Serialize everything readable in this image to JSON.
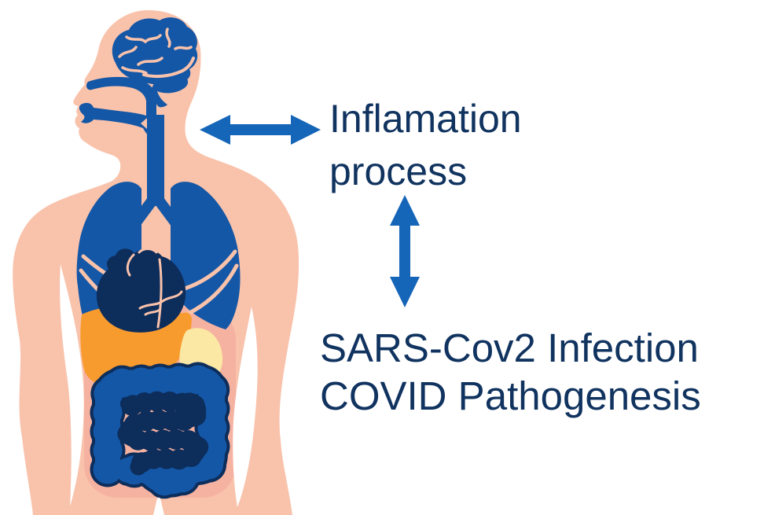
{
  "figure": {
    "type": "medical-diagram",
    "labels": {
      "inflammation": {
        "line1": "Inflamation",
        "line2": "process"
      },
      "infection": {
        "line1": "SARS-Cov2 Infection",
        "line2": "COVID Pathogenesis"
      }
    },
    "illustration": {
      "subject": "human-body-with-organs",
      "organs": [
        "brain",
        "airway",
        "lungs",
        "heart",
        "liver",
        "stomach",
        "large-intestine",
        "small-intestine"
      ]
    },
    "arrows": [
      {
        "name": "horizontal-double-arrow",
        "connects": [
          "body",
          "inflammation-label"
        ]
      },
      {
        "name": "vertical-double-arrow",
        "connects": [
          "inflammation-label",
          "infection-label"
        ]
      }
    ]
  },
  "colors": {
    "background": "#ffffff",
    "skin": "#f9c2ab",
    "skin-deep": "#f6b2a1",
    "organ-blue": "#1457a6",
    "navy": "#0d2d5b",
    "liver-orange": "#f89b2e",
    "stomach-yellow": "#fbe8a4",
    "arrow-blue": "#1565b8",
    "text-navy": "#10335f"
  }
}
